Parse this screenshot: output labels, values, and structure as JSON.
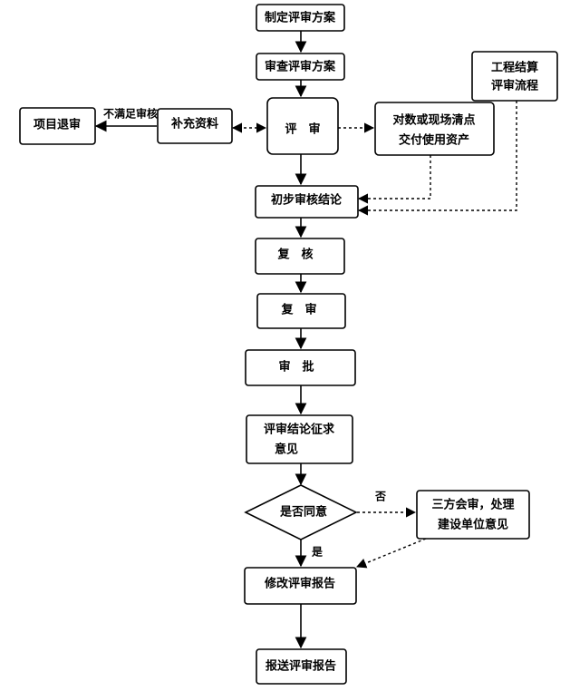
{
  "nodes": {
    "formulate_plan": "制定评审方案",
    "review_plan": "审查评审方案",
    "evaluate": "评　审",
    "supplement": "补充资料",
    "reject": "项目退审",
    "verify_assets": [
      "对数或现场清点",
      "交付使用资产"
    ],
    "engineering_flow": [
      "工程结算",
      "评审流程"
    ],
    "preliminary": "初步审核结论",
    "recheck": "复　核",
    "reaudit": "复　审",
    "approve": "审　批",
    "solicit": [
      "评审结论征求",
      "意见"
    ],
    "agree": "是否同意",
    "tripartite": [
      "三方会审，处理",
      "建设单位意见"
    ],
    "revise": "修改评审报告",
    "submit": "报送评审报告"
  },
  "edge_labels": {
    "not_satisfied": "不满足审核",
    "no": "否",
    "yes": "是"
  }
}
